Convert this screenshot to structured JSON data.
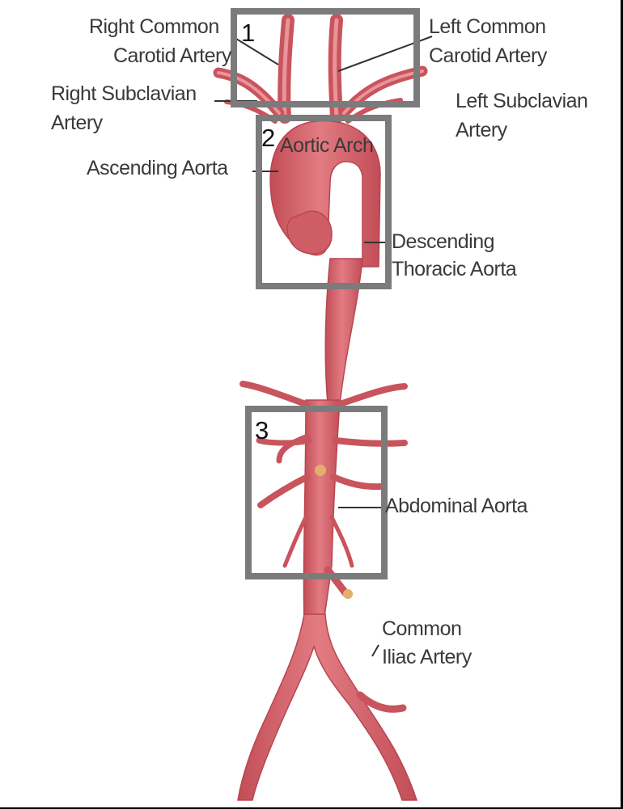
{
  "colors": {
    "vessel": "#d6646c",
    "vessel_dark": "#b8454f",
    "vessel_light": "#ea9ba0",
    "box_border": "#7b7b7b",
    "leader": "#333333",
    "text": "#3a3a3a"
  },
  "boxes": [
    {
      "number": "1"
    },
    {
      "number": "2"
    },
    {
      "number": "3"
    }
  ],
  "labels": {
    "right_common_carotid": [
      "Right Common",
      "Carotid Artery"
    ],
    "left_common_carotid": [
      "Left Common",
      "Carotid Artery"
    ],
    "right_subclavian": [
      "Right Subclavian",
      "Artery"
    ],
    "left_subclavian": [
      "Left Subclavian",
      "Artery"
    ],
    "aortic_arch": "Aortic Arch",
    "ascending_aorta": "Ascending Aorta",
    "descending_thoracic_aorta": [
      "Descending",
      "Thoracic Aorta"
    ],
    "abdominal_aorta": "Abdominal Aorta",
    "common_iliac_artery": [
      "Common",
      "Iliac Artery"
    ]
  }
}
